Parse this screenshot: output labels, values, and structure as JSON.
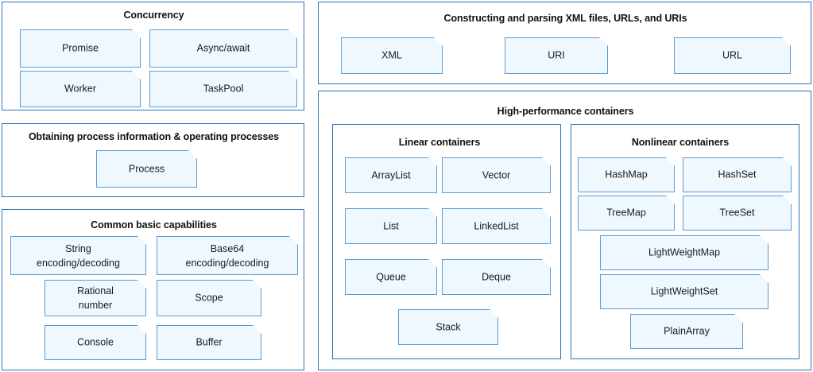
{
  "theme": {
    "panel_border": "#2e75b6",
    "box_border": "#5b9bd5",
    "box_fill": "#eff8fe",
    "text": "#1a1a1a",
    "page_background": "#ffffff"
  },
  "left_column": {
    "panels": [
      {
        "id": "concurrency",
        "title": "Concurrency",
        "boxes": [
          {
            "label": "Promise"
          },
          {
            "label": "Async/await"
          },
          {
            "label": "Worker"
          },
          {
            "label": "TaskPool"
          }
        ]
      },
      {
        "id": "process-information",
        "title": "Obtaining process information & operating processes",
        "boxes": [
          {
            "label": "Process"
          }
        ]
      },
      {
        "id": "common-basic-capabilities",
        "title": "Common basic capabilities",
        "boxes": [
          {
            "label": "String\nencoding/decoding"
          },
          {
            "label": "Base64\nencoding/decoding"
          },
          {
            "label": "Rational\nnumber"
          },
          {
            "label": "Scope"
          },
          {
            "label": "Console"
          },
          {
            "label": "Buffer"
          }
        ]
      }
    ]
  },
  "right_column": {
    "panels": [
      {
        "id": "xml-url-uri",
        "title": "Constructing and parsing XML files, URLs, and URIs",
        "boxes": [
          {
            "label": "XML"
          },
          {
            "label": "URI"
          },
          {
            "label": "URL"
          }
        ]
      },
      {
        "id": "high-performance-containers",
        "title": "High-performance containers",
        "subpanels": [
          {
            "id": "linear-containers",
            "title": "Linear containers",
            "boxes": [
              {
                "label": "ArrayList"
              },
              {
                "label": "Vector"
              },
              {
                "label": "List"
              },
              {
                "label": "LinkedList"
              },
              {
                "label": "Queue"
              },
              {
                "label": "Deque"
              },
              {
                "label": "Stack"
              }
            ]
          },
          {
            "id": "nonlinear-containers",
            "title": "Nonlinear containers",
            "boxes": [
              {
                "label": "HashMap"
              },
              {
                "label": "HashSet"
              },
              {
                "label": "TreeMap"
              },
              {
                "label": "TreeSet"
              },
              {
                "label": "LightWeightMap"
              },
              {
                "label": "LightWeightSet"
              },
              {
                "label": "PlainArray"
              }
            ]
          }
        ]
      }
    ]
  }
}
